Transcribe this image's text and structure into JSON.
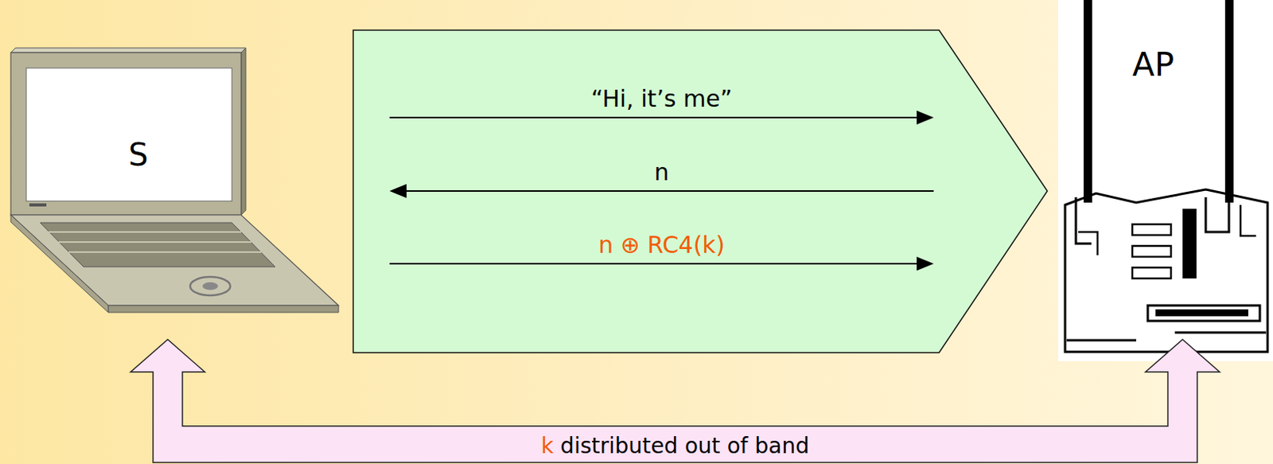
{
  "diagram": {
    "nodes": [
      {
        "text": [
          "S"
        ]
      },
      {
        "text": [
          "AP"
        ]
      }
    ],
    "edges": [
      {
        "from": 0,
        "to": 1,
        "label": "“Hi, it’s me”",
        "arrow": "to"
      },
      {
        "from": 1,
        "to": 0,
        "label": "n",
        "arrow": "to"
      },
      {
        "from": 0,
        "to": 1,
        "label": "n ⊕ RC4(k)",
        "arrow": "to"
      },
      {
        "from": 0,
        "to": 1,
        "label": "k distributed out of band",
        "arrow": "both"
      }
    ]
  }
}
